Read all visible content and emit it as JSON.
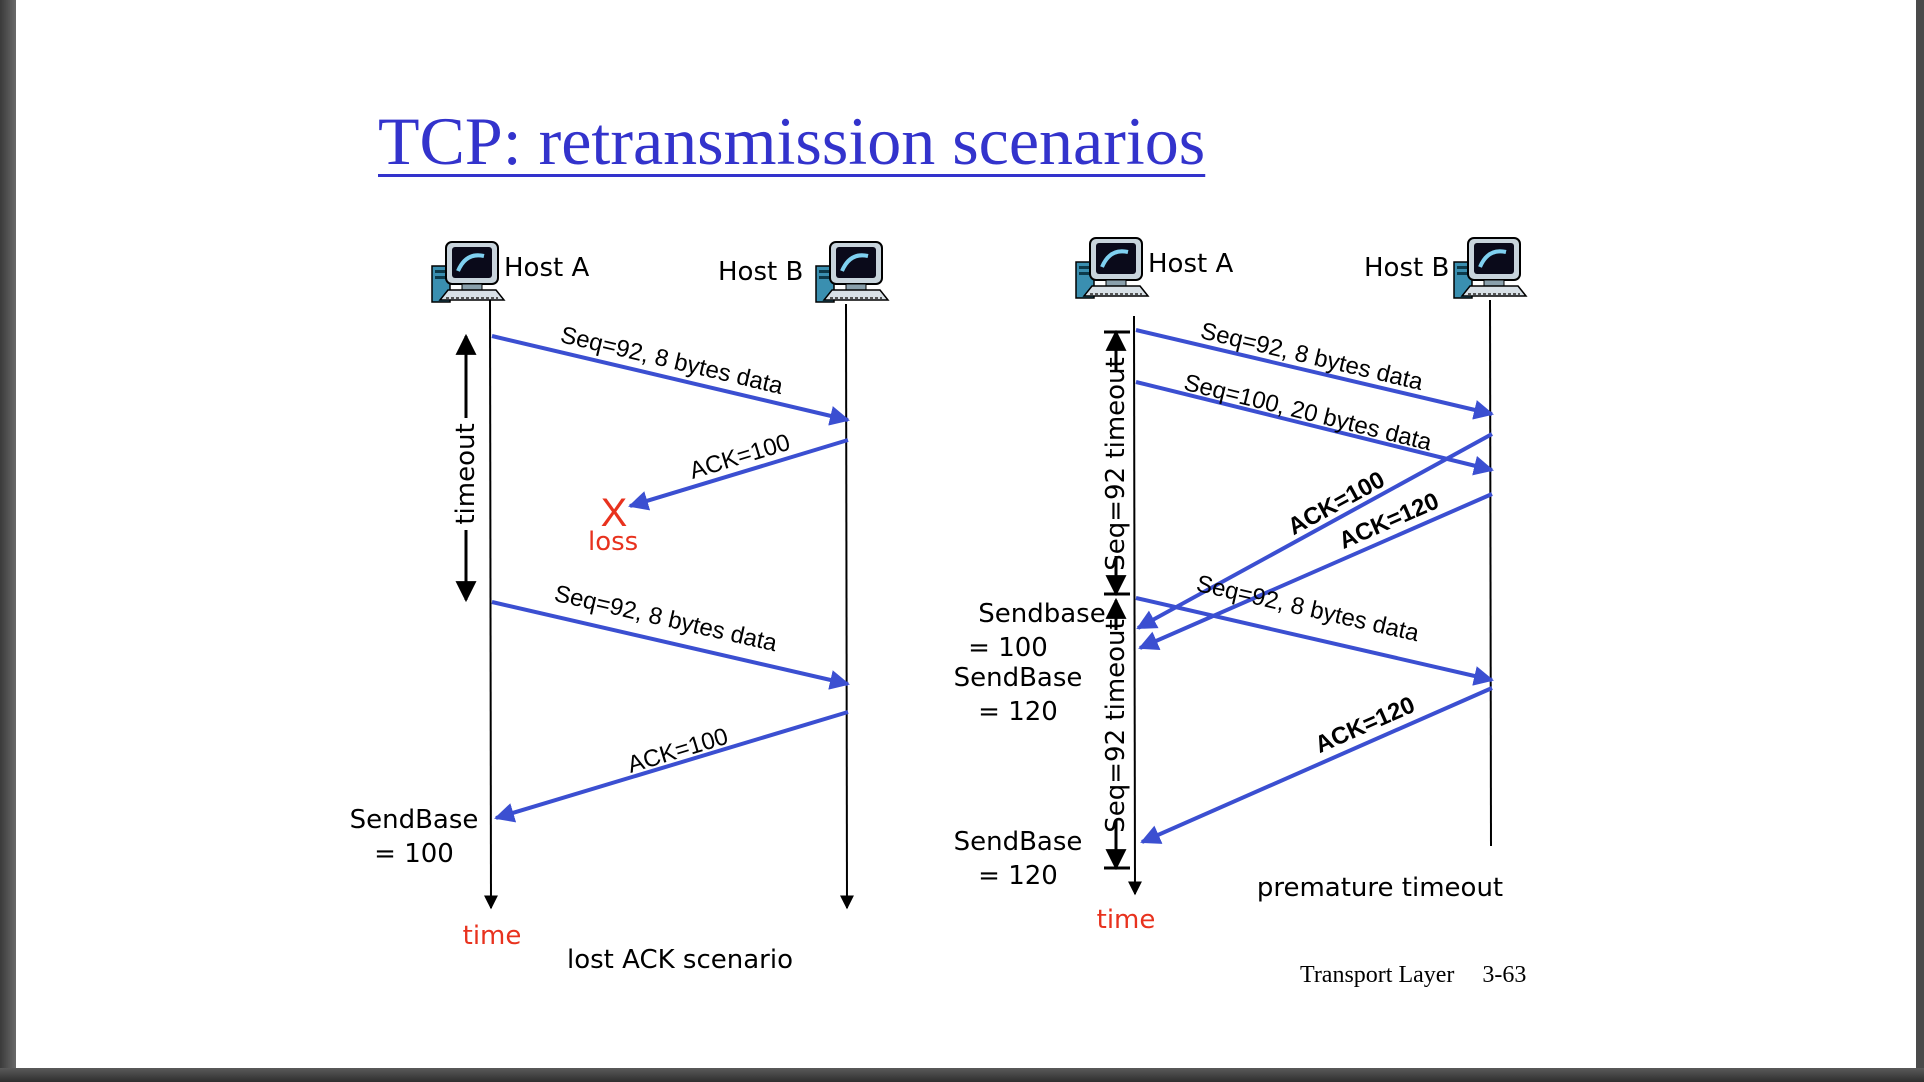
{
  "title": "TCP: retransmission scenarios",
  "footer": {
    "text": "Transport Layer",
    "page": "3-63"
  },
  "colors": {
    "title": "#3333cc",
    "arrow": "#3b4fd1",
    "accent": "#e8321e",
    "line": "#000000"
  },
  "icons": [
    "desktop-computer-icon"
  ],
  "scenario1": {
    "host_a": "Host A",
    "host_b": "Host B",
    "timeout_label": "timeout",
    "messages": [
      "Seq=92, 8 bytes data",
      "ACK=100",
      "Seq=92, 8 bytes data",
      "ACK=100"
    ],
    "loss_mark": "X",
    "loss_label": "loss",
    "sendbase_line1": "SendBase",
    "sendbase_line2": "= 100",
    "time_label": "time",
    "caption": "lost ACK scenario"
  },
  "scenario2": {
    "host_a": "Host A",
    "host_b": "Host B",
    "timeout_label_1": "Seq=92 timeout",
    "timeout_label_2": "Seq=92 timeout",
    "messages": [
      "Seq=92, 8 bytes data",
      "Seq=100, 20 bytes data",
      "ACK=100",
      "ACK=120",
      "Seq=92, 8 bytes data",
      "ACK=120"
    ],
    "sendbase_a_line1": "Sendbase",
    "sendbase_a_line2": "= 100",
    "sendbase_b_line1": "SendBase",
    "sendbase_b_line2": "= 120",
    "sendbase_c_line1": "SendBase",
    "sendbase_c_line2": "= 120",
    "time_label": "time",
    "caption": "premature timeout"
  }
}
